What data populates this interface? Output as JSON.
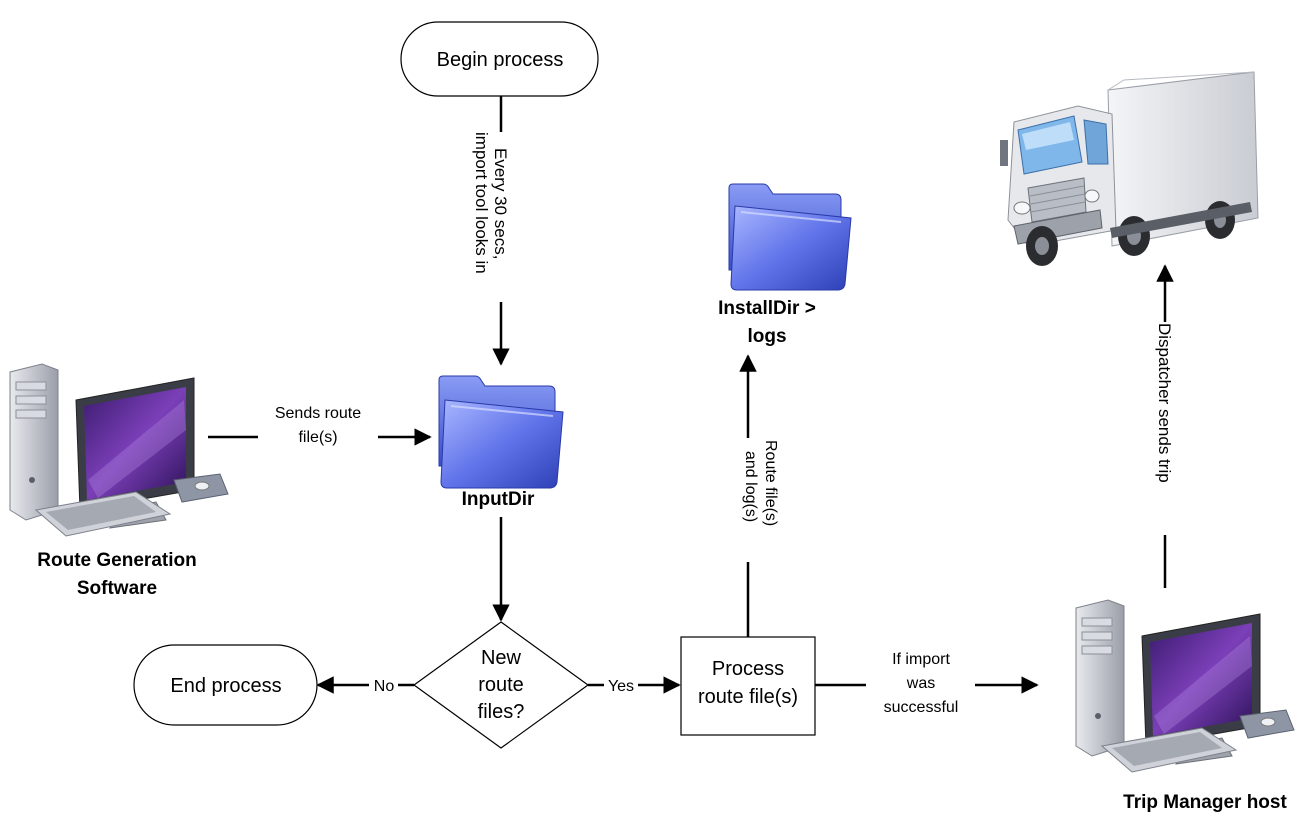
{
  "nodes": {
    "begin": "Begin process",
    "end": "End process",
    "decision": [
      "New",
      "route",
      "files?"
    ],
    "process": [
      "Process",
      "route file(s)"
    ],
    "input_dir": "InputDir",
    "install_dir": [
      "InstallDir >",
      "logs"
    ],
    "route_gen": [
      "Route Generation",
      "Software"
    ],
    "trip_manager": "Trip Manager host"
  },
  "edges": {
    "every_30": [
      "Every 30 secs,",
      "import tool looks in"
    ],
    "sends_route": [
      "Sends route",
      "file(s)"
    ],
    "no": "No",
    "yes": "Yes",
    "route_logs": [
      "Route file(s)",
      "and log(s)"
    ],
    "if_import": [
      "If import",
      "was",
      "successful"
    ],
    "dispatcher": "Dispatcher sends trip"
  },
  "icons": [
    "desktop-computer-icon",
    "folder-icon",
    "truck-icon"
  ],
  "colors": {
    "folder": "#5b6fe0",
    "monitor_screen": "#5a2a8c",
    "computer_case": "#b8bcc4",
    "truck_body": "#e4e6ea"
  }
}
